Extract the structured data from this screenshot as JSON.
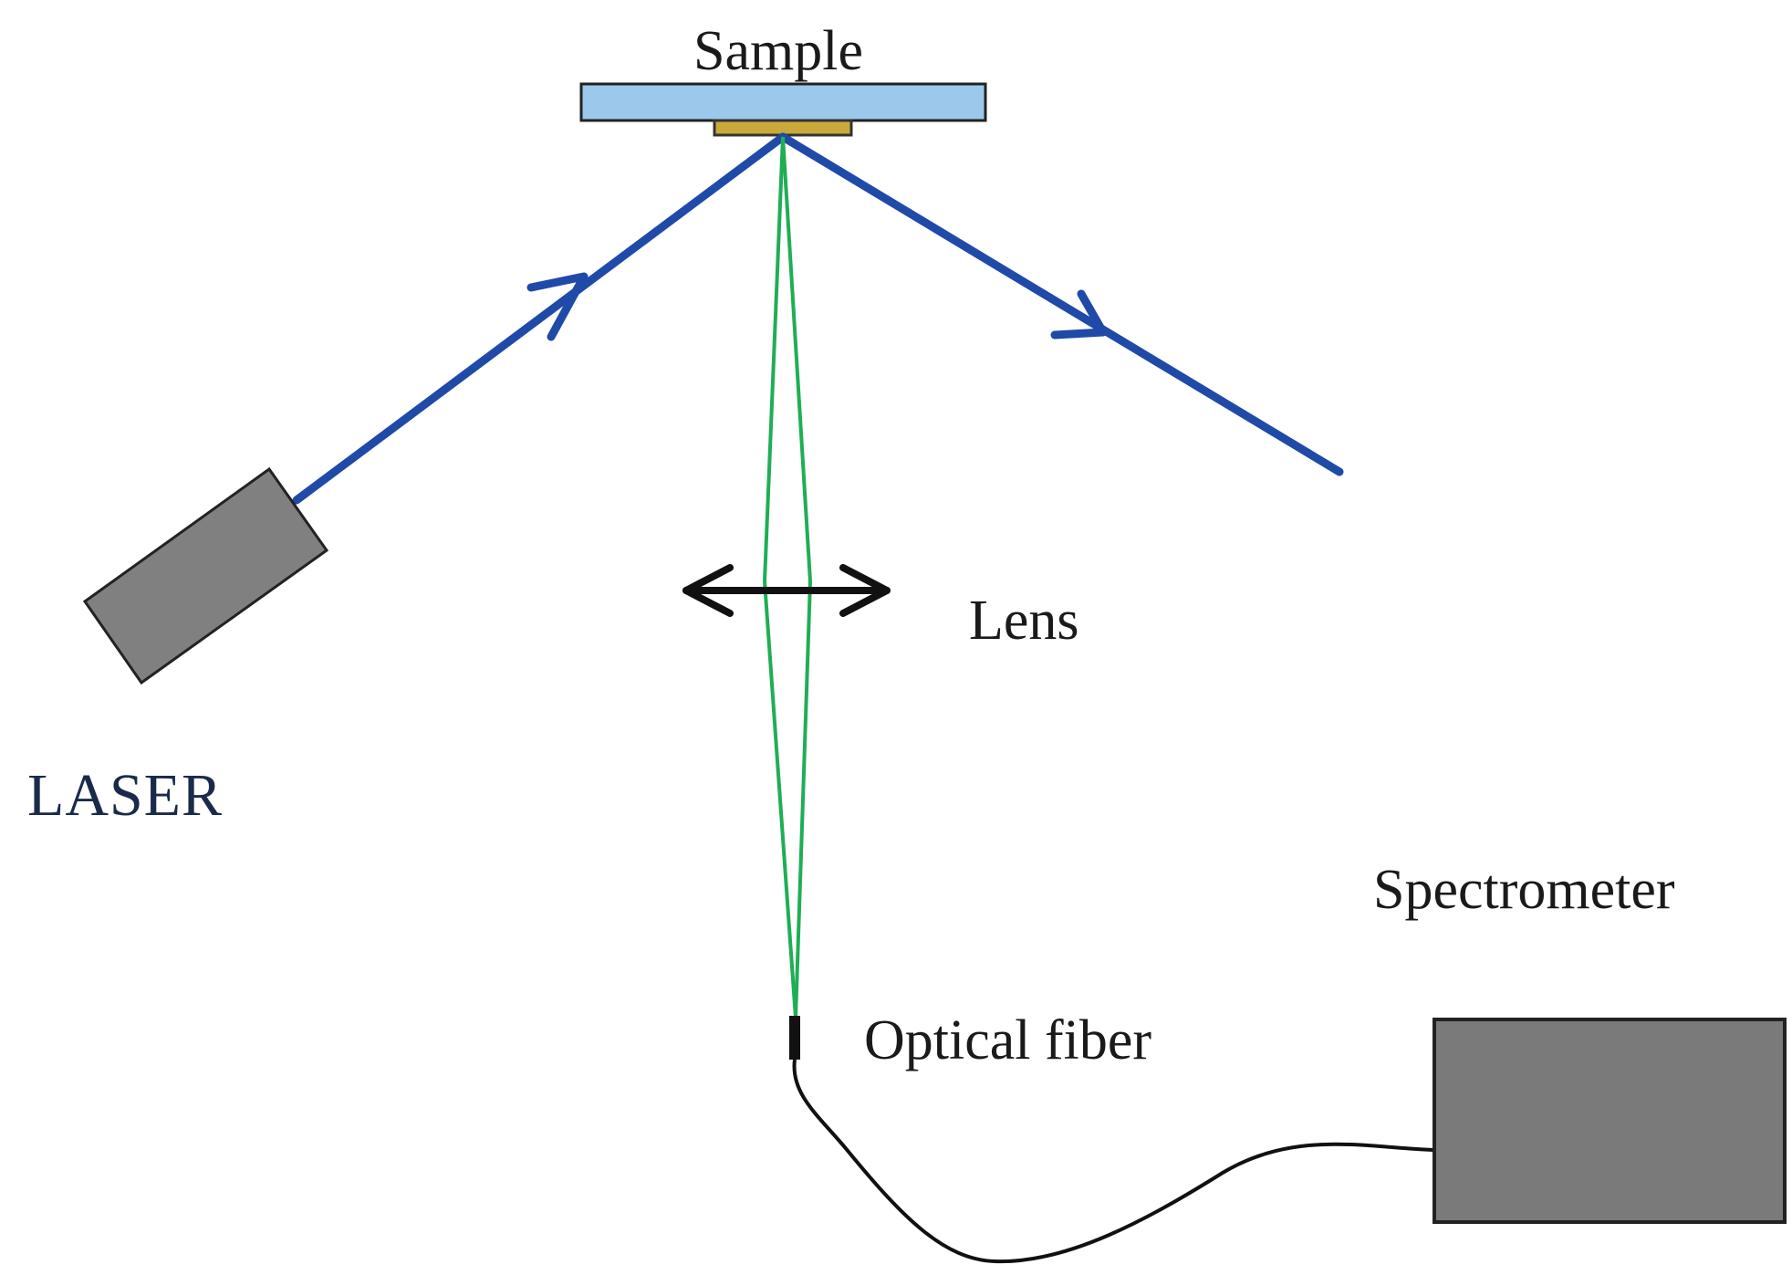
{
  "labels": {
    "sample": "Sample",
    "lens": "Lens",
    "laser": "LASER",
    "spectrometer": "Spectrometer",
    "optical_fiber": "Optical fiber"
  },
  "colors": {
    "laser_beam": "#1f4aa8",
    "fluorescence_rays": "#1fae55",
    "sample_substrate": "#9cc8ec",
    "sample_film": "#c9a93a",
    "laser_body": "#808080",
    "spectrometer_body": "#7a7a7a",
    "lens": "#111111",
    "fiber_cable": "#111111"
  }
}
